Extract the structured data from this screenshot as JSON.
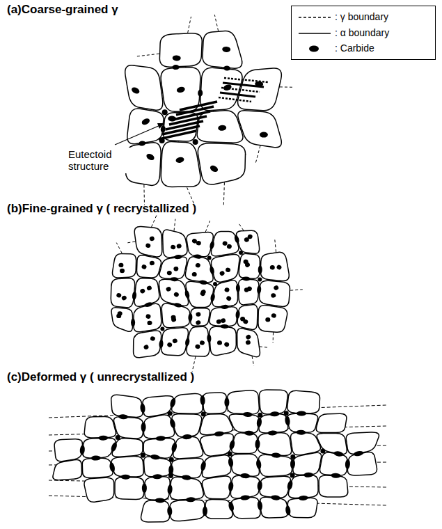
{
  "diagram": {
    "labels": [
      "(a)Coarse-grained γ",
      "Eutectoid structure",
      "(b)Fine-grained γ ( recrystallized )",
      "(c)Deformed γ ( unrecrystallized )"
    ],
    "legend": [
      {
        "text": ": γ boundary"
      },
      {
        "text": ": α boundary"
      },
      {
        "text": ": Carbide"
      }
    ]
  }
}
